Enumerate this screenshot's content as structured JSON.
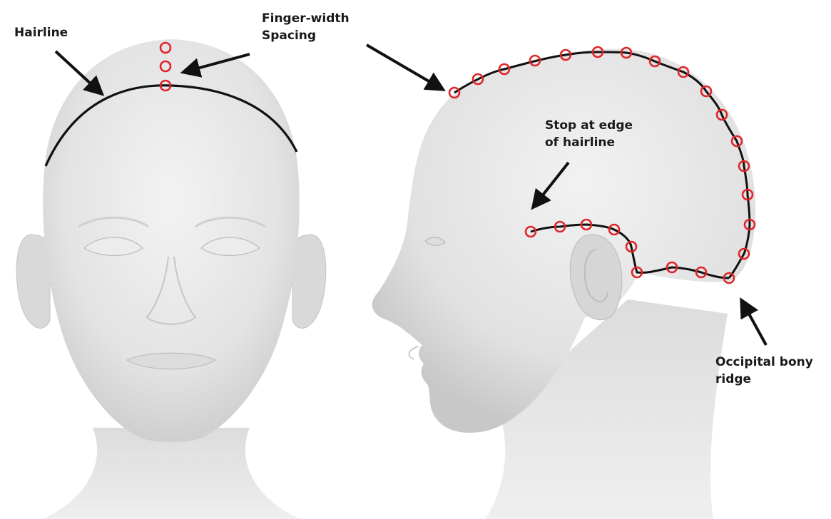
{
  "labels": {
    "hairline": "Hairline",
    "finger_width_line1": "Finger-width",
    "finger_width_line2": "Spacing",
    "stop_edge_line1": "Stop at edge",
    "stop_edge_line2": "of hairline",
    "occipital_line1": "Occipital bony",
    "occipital_line2": "ridge"
  },
  "colors": {
    "marker": "#e0262a",
    "line": "#111111",
    "skin": "#e6e6e6",
    "skin_shadow": "#c9c9c9",
    "background": "#ffffff"
  }
}
